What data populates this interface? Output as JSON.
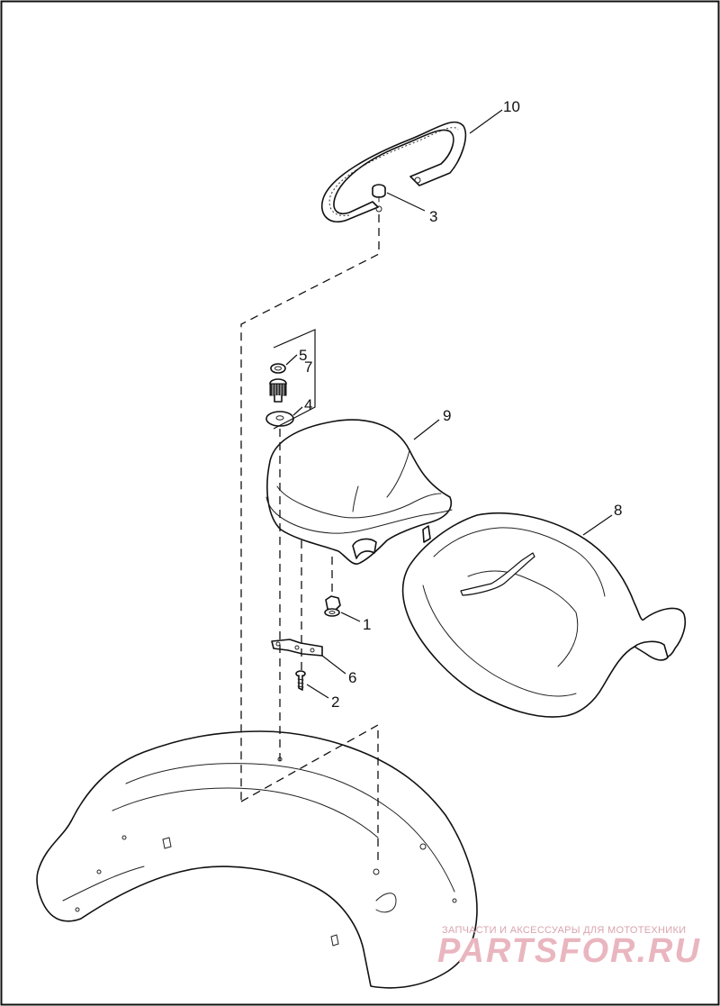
{
  "callouts": [
    {
      "id": "1",
      "label": "1"
    },
    {
      "id": "2",
      "label": "2"
    },
    {
      "id": "3",
      "label": "3"
    },
    {
      "id": "4",
      "label": "4"
    },
    {
      "id": "5",
      "label": "5"
    },
    {
      "id": "6",
      "label": "6"
    },
    {
      "id": "7",
      "label": "7"
    },
    {
      "id": "8",
      "label": "8"
    },
    {
      "id": "9",
      "label": "9"
    },
    {
      "id": "10",
      "label": "10"
    }
  ],
  "watermark": {
    "tagline": "ЗАПЧАСТИ И АКСЕССУАРЫ ДЛЯ МОТОТЕХНИКИ",
    "brand": "PARTSFOR.RU"
  }
}
